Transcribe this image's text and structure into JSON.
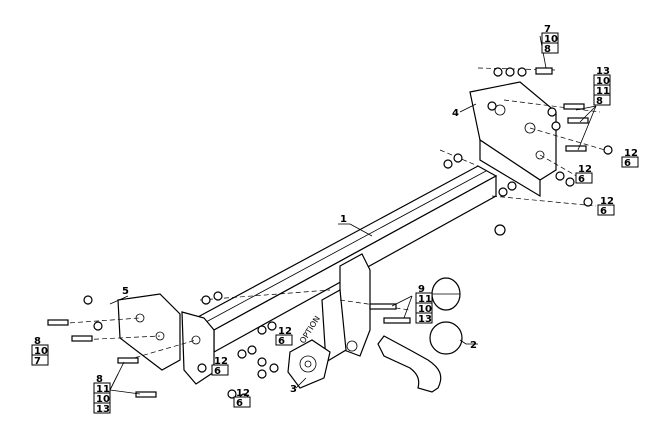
{
  "option_text": "OPTION",
  "callouts": {
    "c1": [
      "1"
    ],
    "c2": [
      "2"
    ],
    "c3": [
      "3"
    ],
    "c4": [
      "4"
    ],
    "c5": [
      "5"
    ],
    "c_top_bolt": [
      "7",
      "10",
      "8"
    ],
    "c_top_right": [
      "13",
      "10",
      "11",
      "8"
    ],
    "c_right_nut_a": [
      "12",
      "6"
    ],
    "c_right_nut_b": [
      "12",
      "6"
    ],
    "c_right_nut_c": [
      "12",
      "6"
    ],
    "c_ball": [
      "9",
      "11",
      "10",
      "13"
    ],
    "c_left_bolt": [
      "8",
      "10",
      "7"
    ],
    "c_left_bottom": [
      "8",
      "11",
      "10",
      "13"
    ],
    "c_mid_nut_a": [
      "12",
      "6"
    ],
    "c_mid_nut_b": [
      "12",
      "6"
    ],
    "c_mid_nut_c": [
      "12",
      "6"
    ]
  }
}
